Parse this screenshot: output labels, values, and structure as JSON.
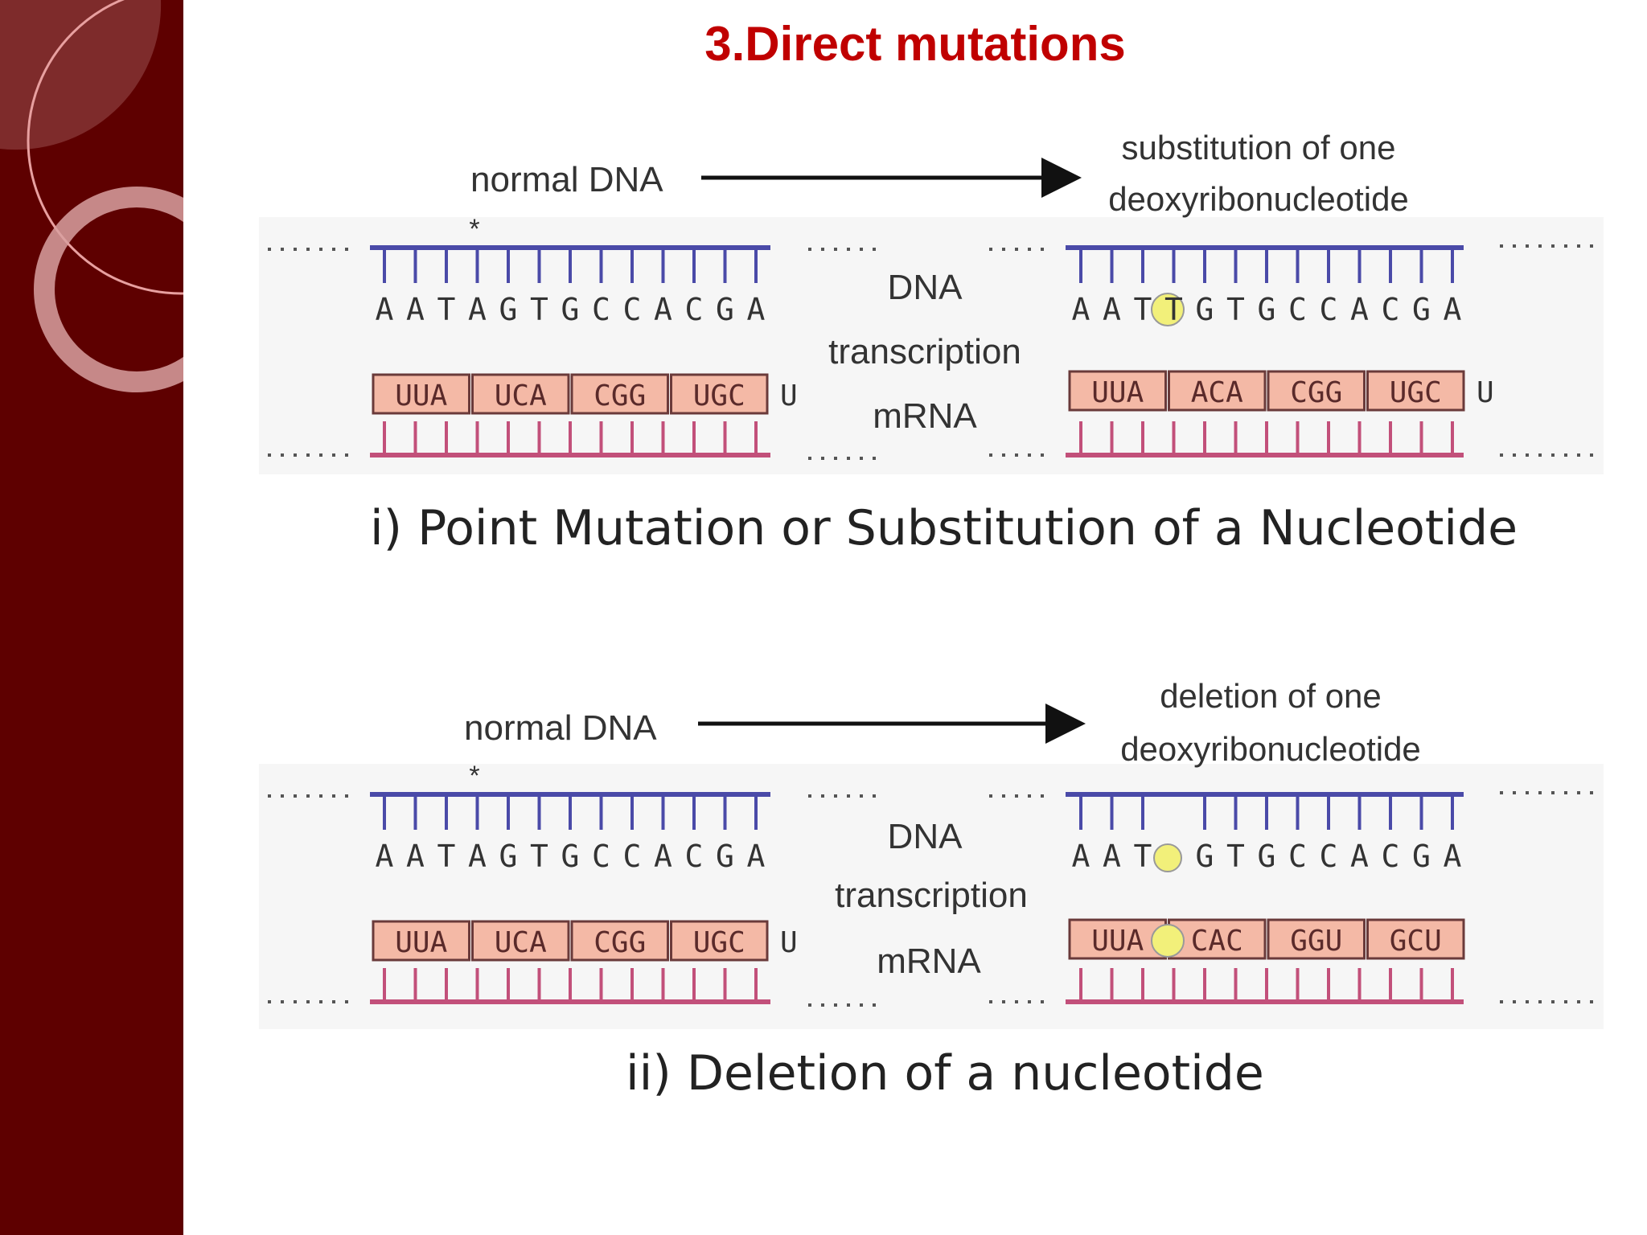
{
  "slide": {
    "title": "3.Direct mutations",
    "colors": {
      "sidebar": "#5e0000",
      "title": "#c00000",
      "dna_strand": "#4a4aa8",
      "mrna_strand": "#c2507a",
      "codon_fill": "#f4b9a6",
      "mutation_marker": "#f2f07a"
    }
  },
  "panel1": {
    "normal_label": "normal DNA",
    "mutant_label_line1": "substitution of one",
    "mutant_label_line2": "deoxyribonucleotide",
    "process_line1": "DNA",
    "process_line2": "transcription",
    "process_line3": "mRNA",
    "normal_bases": [
      "A",
      "A",
      "T",
      "A",
      "G",
      "T",
      "G",
      "C",
      "C",
      "A",
      "C",
      "G",
      "A"
    ],
    "normal_codons": [
      "UUA",
      "UCA",
      "CGG",
      "UGC"
    ],
    "normal_tail": "U",
    "mutant_bases": [
      "A",
      "A",
      "T",
      "T",
      "G",
      "T",
      "G",
      "C",
      "C",
      "A",
      "C",
      "G",
      "A"
    ],
    "mutant_codons": [
      "UUA",
      "ACA",
      "CGG",
      "UGC"
    ],
    "mutant_tail": "U",
    "caption": "i)  Point Mutation or Substitution of a Nucleotide"
  },
  "panel2": {
    "normal_label": "normal DNA",
    "mutant_label_line1": "deletion of one",
    "mutant_label_line2": "deoxyribonucleotide",
    "process_line1": "DNA",
    "process_line2": "transcription",
    "process_line3": "mRNA",
    "normal_bases": [
      "A",
      "A",
      "T",
      "A",
      "G",
      "T",
      "G",
      "C",
      "C",
      "A",
      "C",
      "G",
      "A"
    ],
    "normal_codons": [
      "UUA",
      "UCA",
      "CGG",
      "UGC"
    ],
    "normal_tail": "U",
    "mutant_bases": [
      "A",
      "A",
      "T",
      "",
      "G",
      "T",
      "G",
      "C",
      "C",
      "A",
      "C",
      "G",
      "A"
    ],
    "mutant_codons": [
      "UUA",
      "CAC",
      "GGU",
      "GCU"
    ],
    "mutant_tail": "",
    "caption": "ii)  Deletion of a nucleotide"
  }
}
